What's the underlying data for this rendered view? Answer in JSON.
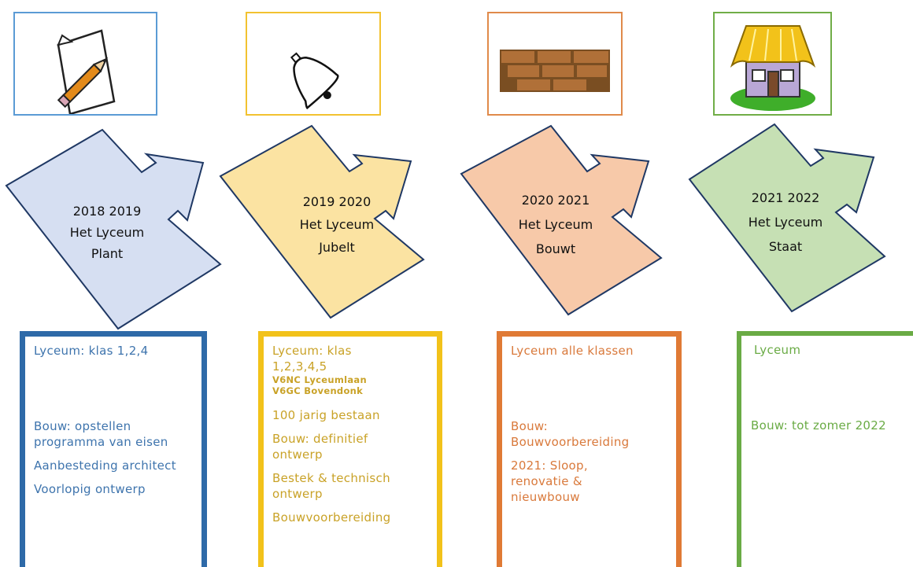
{
  "phases": [
    {
      "color": "#3e74ad",
      "icon_border": "#5b9bd5",
      "fill": "#d6dff2",
      "stroke": "#1f3864",
      "icon": "pencil-paper-icon",
      "years": "2018  2019",
      "name": "Het Lyceum",
      "verb": "Plant",
      "panel": {
        "title": "Lyceum: klas 1,2,4",
        "items": [
          "Bouw: opstellen programma van eisen",
          "Aanbesteding architect",
          "Voorlopig ontwerp"
        ]
      }
    },
    {
      "color": "#c9a227",
      "icon_border": "#f2c230",
      "fill": "#fbe3a2",
      "stroke": "#1f3864",
      "icon": "bell-icon",
      "years": "2019 2020",
      "name": "Het Lyceum",
      "verb": "Jubelt",
      "panel": {
        "title": "Lyceum: klas 1,2,3,4,5",
        "subs": [
          "V6NC Lyceumlaan",
          "V6GC Bovendonk"
        ],
        "items": [
          "100 jarig bestaan",
          "Bouw: definitief ontwerp",
          "Bestek & technisch ontwerp",
          "Bouwvoorbereiding"
        ]
      }
    },
    {
      "color": "#d9793b",
      "icon_border": "#e08a4a",
      "fill": "#f7c9a9",
      "stroke": "#1f3864",
      "icon": "bricks-icon",
      "years": "2020 2021",
      "name": "Het Lyceum",
      "verb": "Bouwt",
      "panel": {
        "title": "Lyceum alle klassen",
        "items": [
          "Bouw: Bouwvoorbereiding",
          "2021: Sloop, renovatie & nieuwbouw"
        ]
      }
    },
    {
      "color": "#6aab45",
      "icon_border": "#70ad47",
      "fill": "#c6e0b4",
      "stroke": "#1f3864",
      "icon": "house-icon",
      "years": "2021 2022",
      "name": "Het Lyceum",
      "verb": "Staat",
      "panel": {
        "title": "Lyceum",
        "items": [
          "Bouw:  tot zomer 2022"
        ]
      }
    }
  ]
}
